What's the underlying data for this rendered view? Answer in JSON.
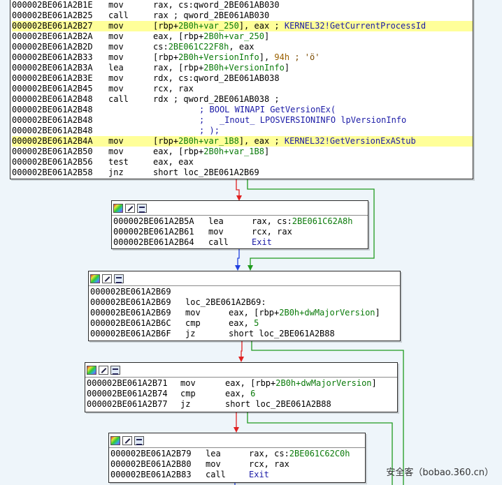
{
  "block1": {
    "rows": [
      {
        "addr": "000002BE061A2B1E",
        "mn": "mov",
        "ops": [
          {
            "t": "rax, cs:qword_2BE061AB030",
            "k": "op"
          }
        ],
        "hl": false
      },
      {
        "addr": "000002BE061A2B25",
        "mn": "call",
        "ops": [
          {
            "t": "rax ; qword_2BE061AB030",
            "k": "op"
          }
        ],
        "hl": false
      },
      {
        "addr": "000002BE061A2B27",
        "mn": "mov",
        "ops": [
          {
            "t": "[rbp+",
            "k": "op"
          },
          {
            "t": "2B0h+var_250",
            "k": "var"
          },
          {
            "t": "], eax ; ",
            "k": "op"
          },
          {
            "t": "KERNEL32!GetCurrentProcessId",
            "k": "cmt"
          }
        ],
        "hl": true
      },
      {
        "addr": "000002BE061A2B2A",
        "mn": "mov",
        "ops": [
          {
            "t": "eax, [rbp+",
            "k": "op"
          },
          {
            "t": "2B0h+var_250",
            "k": "var"
          },
          {
            "t": "]",
            "k": "op"
          }
        ],
        "hl": false
      },
      {
        "addr": "000002BE061A2B2D",
        "mn": "mov",
        "ops": [
          {
            "t": "cs:",
            "k": "op"
          },
          {
            "t": "2BE061C22F8h",
            "k": "var"
          },
          {
            "t": ", eax",
            "k": "op"
          }
        ],
        "hl": false
      },
      {
        "addr": "000002BE061A2B33",
        "mn": "mov",
        "ops": [
          {
            "t": "[rbp+",
            "k": "op"
          },
          {
            "t": "2B0h+VersionInfo",
            "k": "var"
          },
          {
            "t": "], ",
            "k": "op"
          },
          {
            "t": "94h",
            "k": "num"
          },
          {
            "t": " ; 'ö'",
            "k": "str"
          }
        ],
        "hl": false
      },
      {
        "addr": "000002BE061A2B3A",
        "mn": "lea",
        "ops": [
          {
            "t": "rax, [rbp+",
            "k": "op"
          },
          {
            "t": "2B0h+VersionInfo",
            "k": "var"
          },
          {
            "t": "]",
            "k": "op"
          }
        ],
        "hl": false
      },
      {
        "addr": "000002BE061A2B3E",
        "mn": "mov",
        "ops": [
          {
            "t": "rdx, cs:qword_2BE061AB038",
            "k": "op"
          }
        ],
        "hl": false
      },
      {
        "addr": "000002BE061A2B45",
        "mn": "mov",
        "ops": [
          {
            "t": "rcx, rax",
            "k": "op"
          }
        ],
        "hl": false
      },
      {
        "addr": "000002BE061A2B48",
        "mn": "call",
        "ops": [
          {
            "t": "rdx ; qword_2BE061AB038 ;",
            "k": "op"
          }
        ],
        "hl": false
      },
      {
        "addr": "000002BE061A2B48",
        "mn": "",
        "ops": [
          {
            "t": "                  ; BOOL WINAPI GetVersionEx(",
            "k": "cmt"
          }
        ],
        "hl": false
      },
      {
        "addr": "000002BE061A2B48",
        "mn": "",
        "ops": [
          {
            "t": "                  ;   _Inout_ LPOSVERSIONINFO lpVersionInfo",
            "k": "cmt"
          }
        ],
        "hl": false
      },
      {
        "addr": "000002BE061A2B48",
        "mn": "",
        "ops": [
          {
            "t": "                  ; );",
            "k": "cmt"
          }
        ],
        "hl": false
      },
      {
        "addr": "000002BE061A2B4A",
        "mn": "mov",
        "ops": [
          {
            "t": "[rbp+",
            "k": "op"
          },
          {
            "t": "2B0h+var_1B8",
            "k": "var"
          },
          {
            "t": "], eax ; ",
            "k": "op"
          },
          {
            "t": "KERNEL32!GetVersionExAStub",
            "k": "cmt"
          }
        ],
        "hl": true
      },
      {
        "addr": "000002BE061A2B50",
        "mn": "mov",
        "ops": [
          {
            "t": "eax, [rbp+",
            "k": "op"
          },
          {
            "t": "2B0h+var_1B8",
            "k": "var"
          },
          {
            "t": "]",
            "k": "op"
          }
        ],
        "hl": false
      },
      {
        "addr": "000002BE061A2B56",
        "mn": "test",
        "ops": [
          {
            "t": "eax, eax",
            "k": "op"
          }
        ],
        "hl": false
      },
      {
        "addr": "000002BE061A2B58",
        "mn": "jnz",
        "ops": [
          {
            "t": "short loc_2BE061A2B69",
            "k": "op"
          }
        ],
        "hl": false
      }
    ]
  },
  "block2": {
    "rows": [
      {
        "addr": "000002BE061A2B5A",
        "mn": "lea",
        "ops": [
          {
            "t": "rax, cs:",
            "k": "op"
          },
          {
            "t": "2BE061C62A8h",
            "k": "var"
          }
        ],
        "hl": false
      },
      {
        "addr": "000002BE061A2B61",
        "mn": "mov",
        "ops": [
          {
            "t": "rcx, rax",
            "k": "op"
          }
        ],
        "hl": false
      },
      {
        "addr": "000002BE061A2B64",
        "mn": "call",
        "ops": [
          {
            "t": "Exit",
            "k": "kw"
          }
        ],
        "hl": false
      }
    ]
  },
  "block3": {
    "rows": [
      {
        "addr": "000002BE061A2B69",
        "mn": "",
        "ops": [],
        "hl": false,
        "label": ""
      },
      {
        "addr": "000002BE061A2B69",
        "mn": "",
        "ops": [],
        "hl": false,
        "label": "loc_2BE061A2B69:"
      },
      {
        "addr": "000002BE061A2B69",
        "mn": "mov",
        "ops": [
          {
            "t": "eax, [rbp+",
            "k": "op"
          },
          {
            "t": "2B0h+dwMajorVersion",
            "k": "var"
          },
          {
            "t": "]",
            "k": "op"
          }
        ],
        "hl": false
      },
      {
        "addr": "000002BE061A2B6C",
        "mn": "cmp",
        "ops": [
          {
            "t": "eax, ",
            "k": "op"
          },
          {
            "t": "5",
            "k": "var"
          }
        ],
        "hl": false
      },
      {
        "addr": "000002BE061A2B6F",
        "mn": "jz",
        "ops": [
          {
            "t": "short loc_2BE061A2B88",
            "k": "op"
          }
        ],
        "hl": false
      }
    ]
  },
  "block4": {
    "rows": [
      {
        "addr": "000002BE061A2B71",
        "mn": "mov",
        "ops": [
          {
            "t": "eax, [rbp+",
            "k": "op"
          },
          {
            "t": "2B0h+dwMajorVersion",
            "k": "var"
          },
          {
            "t": "]",
            "k": "op"
          }
        ],
        "hl": false
      },
      {
        "addr": "000002BE061A2B74",
        "mn": "cmp",
        "ops": [
          {
            "t": "eax, ",
            "k": "op"
          },
          {
            "t": "6",
            "k": "var"
          }
        ],
        "hl": false
      },
      {
        "addr": "000002BE061A2B77",
        "mn": "jz",
        "ops": [
          {
            "t": "short loc_2BE061A2B88",
            "k": "op"
          }
        ],
        "hl": false
      }
    ]
  },
  "block5": {
    "rows": [
      {
        "addr": "000002BE061A2B79",
        "mn": "lea",
        "ops": [
          {
            "t": "rax, cs:",
            "k": "op"
          },
          {
            "t": "2BE061C62C0h",
            "k": "var"
          }
        ],
        "hl": false
      },
      {
        "addr": "000002BE061A2B80",
        "mn": "mov",
        "ops": [
          {
            "t": "rcx, rax",
            "k": "op"
          }
        ],
        "hl": false
      },
      {
        "addr": "000002BE061A2B83",
        "mn": "call",
        "ops": [
          {
            "t": "Exit",
            "k": "kw"
          }
        ],
        "hl": false
      }
    ]
  },
  "watermark": "安全客（bobao.360.cn）",
  "colors": {
    "edge_true": "#1f9a1f",
    "edge_false": "#e02020",
    "edge_uncond": "#2040e0",
    "highlight": "#ffff99"
  }
}
